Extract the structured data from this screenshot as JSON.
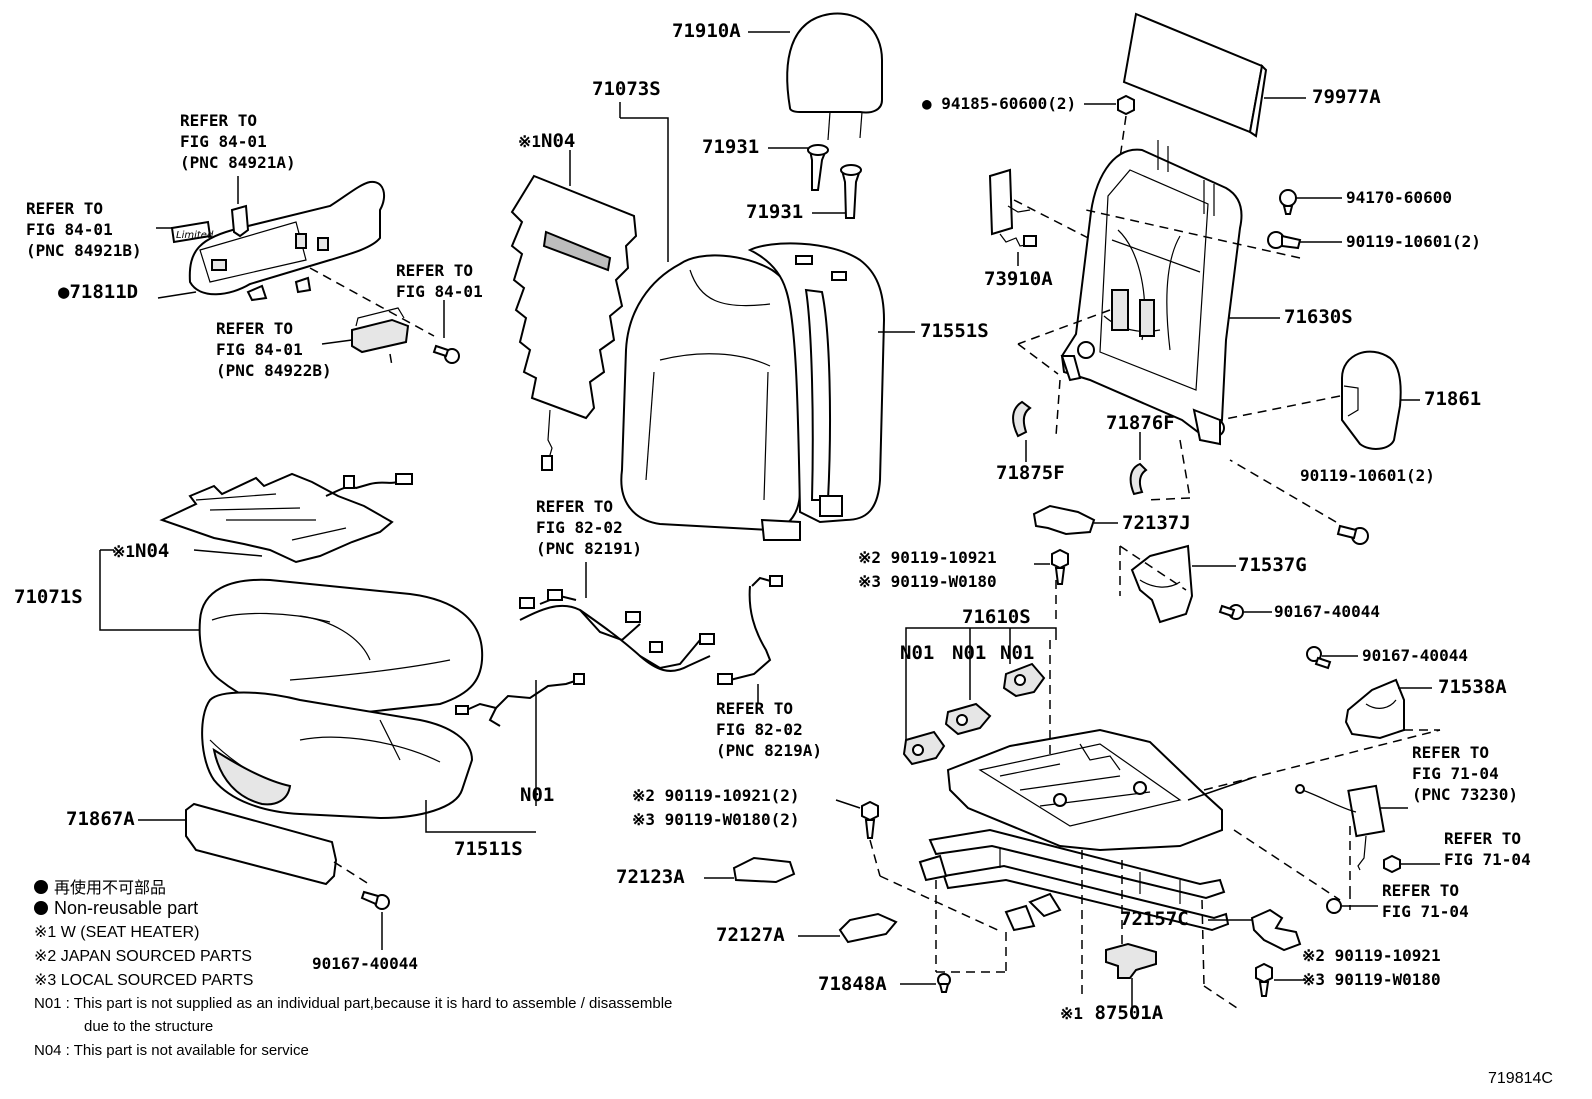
{
  "diagram": {
    "figure_code": "719814C",
    "parts": {
      "headrest": "71910A",
      "headrest_guide_upper": "71931",
      "headrest_guide_lower": "71931",
      "back_cover": "71073S",
      "back_heater": "N04",
      "back_heater_mark": "※1",
      "back_pad": "71551S",
      "back_board": "79977A",
      "nut_top": "94185-60600(2)",
      "nut_top_mark": "●",
      "airbag": "73910A",
      "clip_right": "94170-60600",
      "bolt_frame_upper": "90119-10601(2)",
      "back_frame": "71630S",
      "hinge_cover": "71861",
      "bolt_frame_lower": "90119-10601(2)",
      "bushing_left": "71875F",
      "bushing_right": "71876F",
      "cover_inner": "72137J",
      "shield": "71811D",
      "shield_mark": "●",
      "cover_side": "71537G",
      "screw_side": "90167-40044",
      "cushion_frame": "71610S",
      "motor_1": "N01",
      "motor_2": "N01",
      "motor_3": "N01",
      "screw_lower_right": "90167-40044",
      "cover_lower": "71538A",
      "cushion_cover": "71071S",
      "cushion_heater": "N04",
      "cushion_heater_mark": "※1",
      "cushion_pad": "71511S",
      "cushion_pad_note": "N01",
      "front_panel": "71867A",
      "screw_front": "90167-40044",
      "track_cover_1": "72123A",
      "track_cover_2": "72127A",
      "cap": "71848A",
      "cover_track_right": "72157C",
      "sensor": "87501A",
      "sensor_mark": "※1"
    },
    "bolts": {
      "mid_japan": "※2 90119-10921",
      "mid_local": "※3 90119-W0180",
      "left_japan": "※2 90119-10921(2)",
      "left_local": "※3 90119-W0180(2)",
      "right_japan": "※2 90119-10921",
      "right_local": "※3 90119-W0180"
    },
    "refer": {
      "fig84_a": "REFER TO\nFIG 84-01\n(PNC 84921A)",
      "fig84_b": "REFER TO\nFIG 84-01\n(PNC 84921B)",
      "fig84_c": "REFER TO\nFIG 84-01",
      "fig84_d": "REFER TO\nFIG 84-01\n(PNC 84922B)",
      "fig82_a": "REFER TO\nFIG 82-02\n(PNC 82191)",
      "fig82_b": "REFER TO\nFIG 82-02\n(PNC 8219A)",
      "fig71_a": "REFER TO\nFIG 71-04\n(PNC 73230)",
      "fig71_b": "REFER TO\nFIG 71-04",
      "fig71_c": "REFER TO\nFIG 71-04"
    }
  },
  "legend": {
    "non_reusable_jp": "再使用不可部品",
    "non_reusable_en": "Non-reusable part",
    "note1": "※1 W (SEAT HEATER)",
    "note2": "※2 JAPAN SOURCED PARTS",
    "note3": "※3 LOCAL SOURCED PARTS",
    "n01_line1": "N01 : This part is not supplied as an individual part,because it is hard to assemble / disassemble",
    "n01_line2": "due to the structure",
    "n04": "N04 : This part is not available for service"
  }
}
